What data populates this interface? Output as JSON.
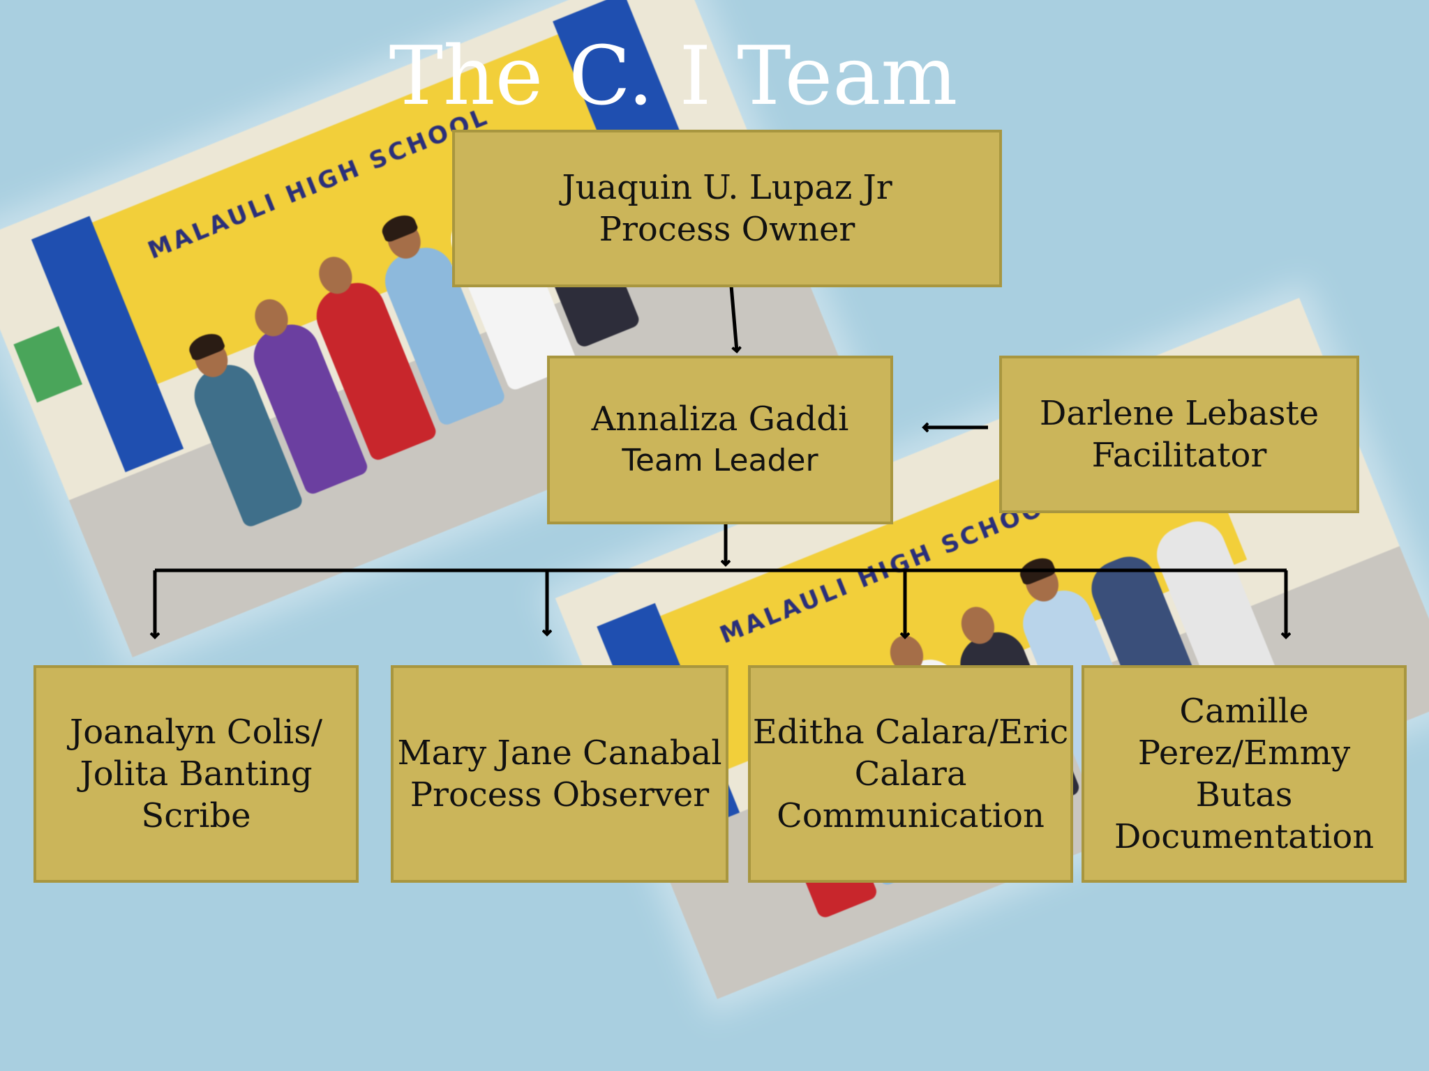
{
  "slide": {
    "title": "The C. I Team",
    "background_color": "#a9cfe0",
    "box_color": "#cbb55a"
  },
  "photos": [
    {
      "banner_text": "MALAULI HIGH SCHOOL"
    },
    {
      "banner_text": "MALAULI HIGH SCHOOL"
    }
  ],
  "org_chart": {
    "process_owner": {
      "name": "Juaquin U. Lupaz Jr",
      "role": "Process Owner"
    },
    "team_leader": {
      "name": "Annaliza Gaddi",
      "role": "Team Leader"
    },
    "facilitator": {
      "name": "Darlene Lebaste",
      "role": "Facilitator"
    },
    "members": [
      {
        "line1": "Joanalyn Colis/",
        "line2": "Jolita Banting",
        "line3": "Scribe"
      },
      {
        "line1": "Mary Jane Canabal",
        "line2": "Process Observer",
        "line3": ""
      },
      {
        "line1": "Editha Calara/Eric",
        "line2": "Calara",
        "line3": "Communication"
      },
      {
        "line1": "Camille",
        "line2": "Perez/Emmy Butas",
        "line3": "Documentation"
      }
    ]
  }
}
